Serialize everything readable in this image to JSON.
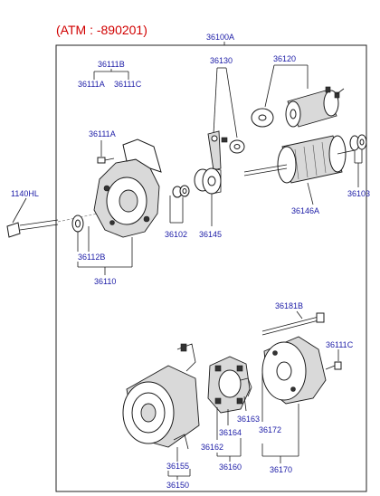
{
  "header": {
    "text": "(ATM : -890201)",
    "color": "#d10000"
  },
  "label_color": "#1a1aa6",
  "labels": {
    "p36100A": "36100A",
    "p36111B": "36111B",
    "p36111A_top": "36111A",
    "p36111C_top": "36111C",
    "p36130": "36130",
    "p36120": "36120",
    "p36111A_mid": "36111A",
    "p1140HL": "1140HL",
    "p36103": "36103",
    "p36146A": "36146A",
    "p36102": "36102",
    "p36145": "36145",
    "p36112B": "36112B",
    "p36110": "36110",
    "p36181B": "36181B",
    "p36111C_low": "36111C",
    "p36163": "36163",
    "p36164": "36164",
    "p36172": "36172",
    "p36162": "36162",
    "p36155": "36155",
    "p36160": "36160",
    "p36170": "36170",
    "p36150": "36150"
  }
}
